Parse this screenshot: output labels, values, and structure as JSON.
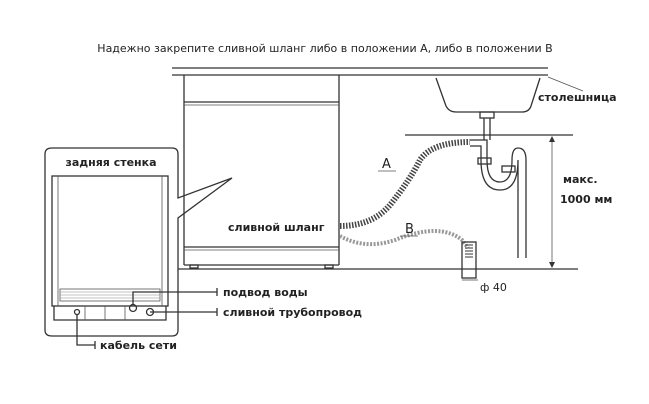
{
  "title": "Надежно закрепите сливной шланг либо в положении А, либо в положении В",
  "labels": {
    "countertop": "столешница",
    "back_wall": "задняя стенка",
    "drain_hose": "сливной шланг",
    "max": "макс.",
    "max_value": "1000 мм",
    "position_a": "A",
    "position_b": "B",
    "diameter": "ф 40",
    "water_inlet": "подвод воды",
    "drain_pipe": "сливной трубопровод",
    "power_cable": "кабель сети"
  }
}
